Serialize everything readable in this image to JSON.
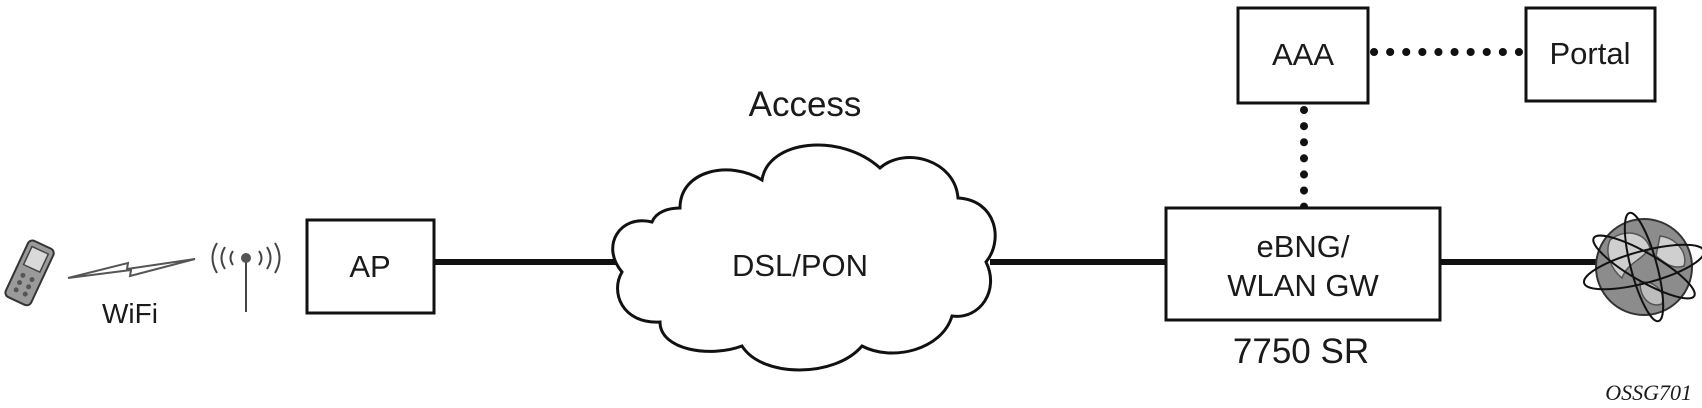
{
  "nodes": {
    "ap": "AP",
    "cloud": "DSL/PON",
    "gateway_line1": "eBNG/",
    "gateway_line2": "WLAN GW",
    "aaa": "AAA",
    "portal": "Portal"
  },
  "labels": {
    "wifi": "WiFi",
    "access": "Access",
    "platform": "7750 SR",
    "figure_id": "OSSG701"
  },
  "icons": {
    "device": "handheld-device-icon",
    "antenna": "wifi-antenna-icon",
    "lightning": "wireless-link-icon",
    "globe": "internet-globe-icon"
  },
  "colors": {
    "stroke": "#111111",
    "device_fill": "#9a9a9a",
    "globe_fill": "#8c8c8c"
  }
}
